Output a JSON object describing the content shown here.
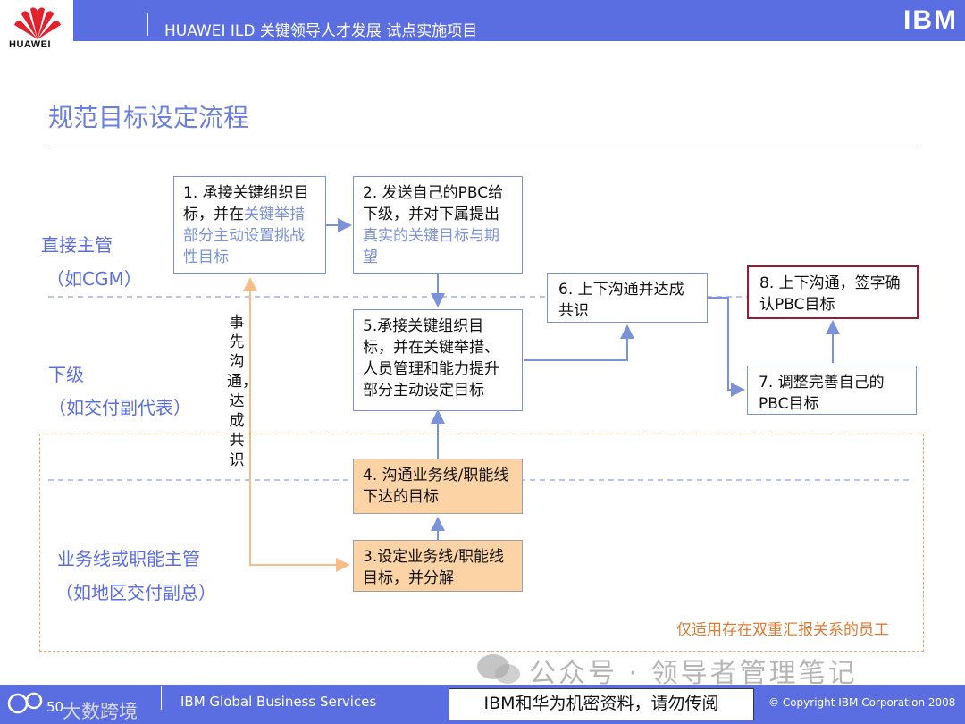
{
  "header": {
    "brand": "HUAWEI",
    "project_title": "HUAWEI ILD 关键领导人才发展 试点实施项目",
    "ibm_logo": "IBM"
  },
  "page_title": "规范目标设定流程",
  "lanes": {
    "supervisor": "直接主管",
    "supervisor_sub": "（如CGM）",
    "subordinate": "下级",
    "subordinate_sub": "（如交付副代表）",
    "line_manager": "业务线或职能主管",
    "line_manager_sub": "（如地区交付副总）"
  },
  "boxes": {
    "b1_a": "1. 承接关键组织目标，并在",
    "b1_hl": "关键举措部分主动设置挑战性目标",
    "b2_a": "2. 发送自己的PBC给下级，并对下属提出",
    "b2_hl": "真实的关键目标与期望",
    "b3": "3.设定业务线/职能线目标，并分解",
    "b4": "4. 沟通业务线/职能线下达的目标",
    "b5": "5.承接关键组织目标，并在关键举措、人员管理和能力提升部分主动设定目标",
    "b6": "6. 上下沟通并达成共识",
    "b7": "7. 调整完善自己的PBC目标",
    "b8": "8. 上下沟通，签字确认PBC目标"
  },
  "vertical_label": "事先沟通，达成共识",
  "note": "仅适用存在双重汇报关系的员工",
  "watermark": "公众号 · 领导者管理笔记",
  "footer": {
    "page_number": "50",
    "left_watermark": "大数跨境",
    "services": "IBM Global Business Services",
    "confidential": "IBM和华为机密资料，请勿传阅",
    "copyright": "© Copyright IBM Corporation 2008"
  },
  "colors": {
    "brand_blue": "#5b6ee1",
    "box_border": "#7b92d8",
    "orange_fill": "#fbd3a4",
    "dashed_orange": "#f2a46a",
    "red_border": "#9b1c2e"
  }
}
